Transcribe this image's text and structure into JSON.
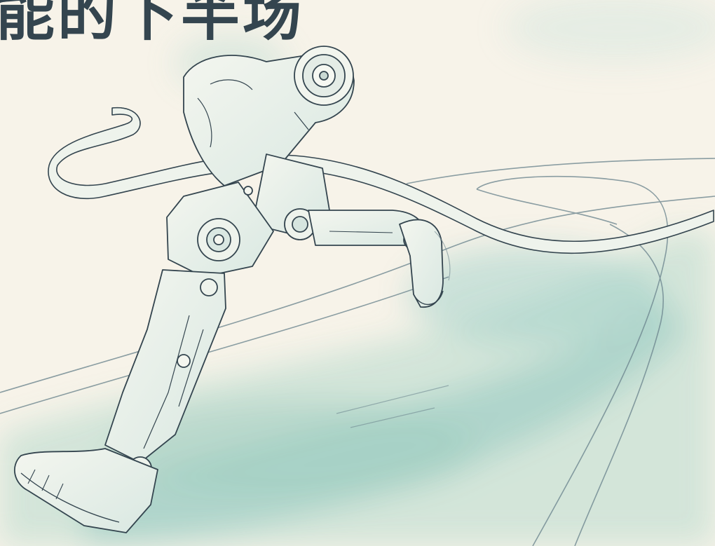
{
  "headline": {
    "text": "能的下半场",
    "color": "#34454f"
  },
  "palette": {
    "paper": "#f7f3e9",
    "ink": "#34454f",
    "wash_teal": "#7fbfb8",
    "wash_mint": "#a9d6c6",
    "robot_fill": "#e6efe8"
  },
  "illustration": {
    "subject": "robot-legs-running",
    "elements": [
      "running-track",
      "finish-ribbon",
      "robot-hip-joint",
      "robot-legs",
      "robot-feet"
    ]
  }
}
